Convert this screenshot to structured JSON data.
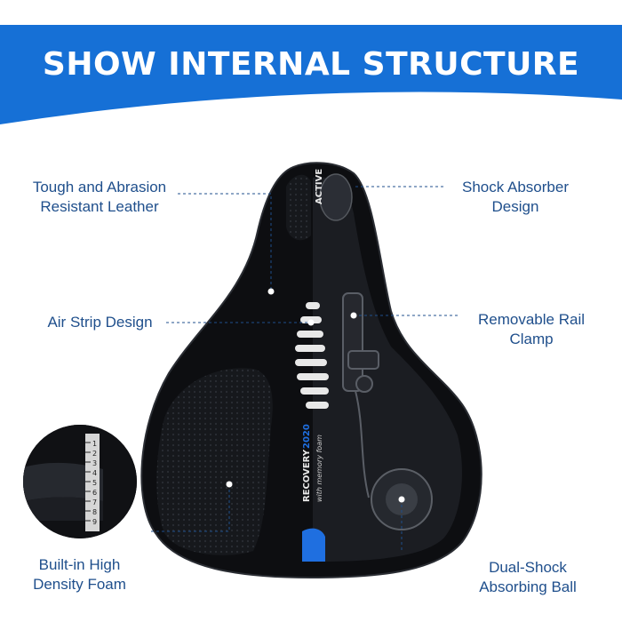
{
  "header": {
    "title": "SHOW INTERNAL STRUCTURE"
  },
  "colors": {
    "banner": "#1670d6",
    "label": "#1f4f8c",
    "saddle": "#0d0e11",
    "accent": "#1f6fe0"
  },
  "callouts": [
    {
      "id": "leather",
      "lines": [
        "Tough and Abrasion",
        "Resistant Leather"
      ]
    },
    {
      "id": "shock",
      "lines": [
        "Shock Absorber",
        "Design"
      ]
    },
    {
      "id": "air",
      "lines": [
        "Air Strip Design"
      ]
    },
    {
      "id": "rail",
      "lines": [
        "Removable Rail",
        "Clamp"
      ]
    },
    {
      "id": "foam",
      "lines": [
        "Built-in High",
        "Density Foam"
      ]
    },
    {
      "id": "ball",
      "lines": [
        "Dual-Shock",
        "Absorbing Ball"
      ]
    }
  ],
  "product": {
    "brand": "ACTIVE",
    "model": "RECOVERY",
    "model_number": "2020",
    "tagline": "with memory foam"
  },
  "inset": {
    "ruler_marks": [
      "1",
      "2",
      "3",
      "4",
      "5",
      "6",
      "7",
      "8",
      "9"
    ]
  }
}
